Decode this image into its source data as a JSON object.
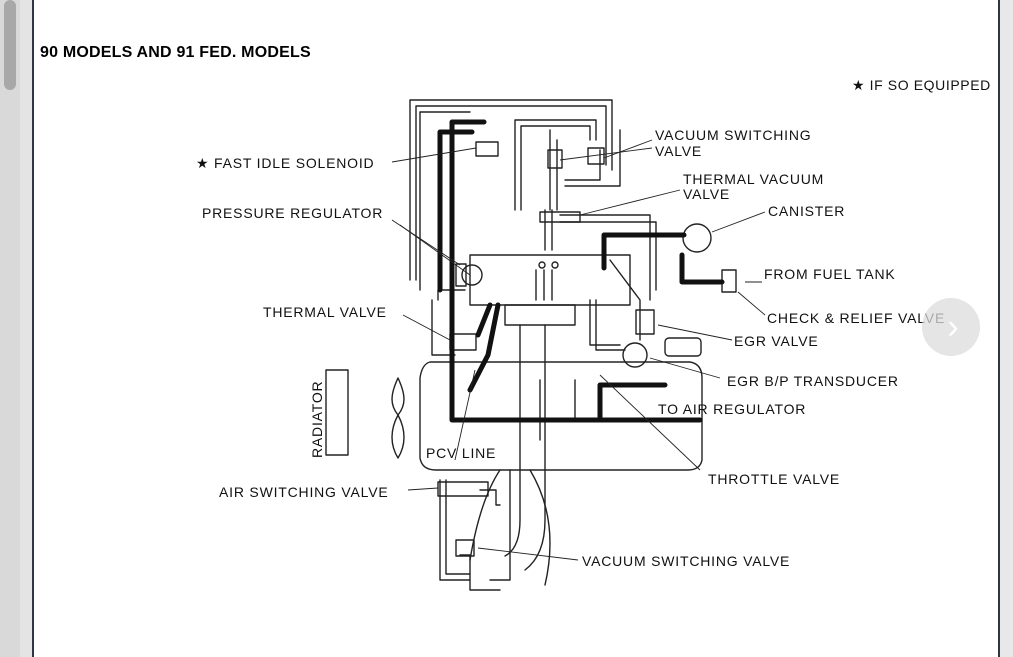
{
  "page_title": "90 MODELS AND 91 FED. MODELS",
  "note": "★ IF SO EQUIPPED",
  "labels": {
    "fast_idle_solenoid": "★ FAST IDLE SOLENOID",
    "pressure_regulator": "PRESSURE REGULATOR",
    "thermal_valve": "THERMAL VALVE",
    "radiator": "RADIATOR",
    "pcv_line": "PCV LINE",
    "air_switching_valve": "AIR SWITCHING VALVE",
    "vacuum_switching_valve_top_1": "VACUUM SWITCHING",
    "vacuum_switching_valve_top_2": "VALVE",
    "thermal_vacuum_valve_1": "THERMAL VACUUM",
    "thermal_vacuum_valve_2": "VALVE",
    "canister": "CANISTER",
    "from_fuel_tank": "FROM FUEL TANK",
    "check_relief_valve": "CHECK & RELIEF VALVE",
    "egr_valve": "EGR VALVE",
    "egr_bp_transducer": "EGR B/P TRANSDUCER",
    "to_air_regulator": "TO AIR REGULATOR",
    "throttle_valve": "THROTTLE VALVE",
    "vacuum_switching_valve_bottom": "VACUUM SWITCHING VALVE"
  },
  "navigation": {
    "next_icon": "chevron-right-icon"
  }
}
